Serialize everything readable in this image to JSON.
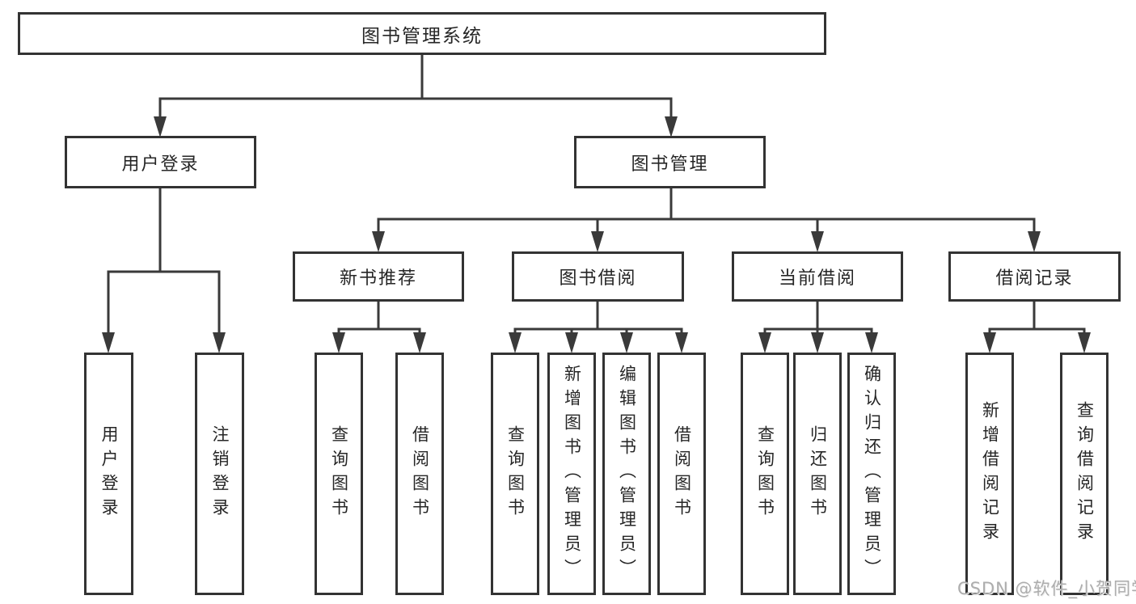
{
  "tree": {
    "root": {
      "label": "图书管理系统"
    },
    "children": [
      {
        "label": "用户登录",
        "children": [
          {
            "label": "用户登录"
          },
          {
            "label": "注销登录"
          }
        ]
      },
      {
        "label": "图书管理",
        "children": [
          {
            "label": "新书推荐",
            "children": [
              {
                "label": "查询图书"
              },
              {
                "label": "借阅图书"
              }
            ]
          },
          {
            "label": "图书借阅",
            "children": [
              {
                "label": "查询图书"
              },
              {
                "label": "新增图书（管理员）"
              },
              {
                "label": "编辑图书（管理员）"
              },
              {
                "label": "借阅图书"
              }
            ]
          },
          {
            "label": "当前借阅",
            "children": [
              {
                "label": "查询图书"
              },
              {
                "label": "归还图书"
              },
              {
                "label": "确认归还（管理员）"
              }
            ]
          },
          {
            "label": "借阅记录",
            "children": [
              {
                "label": "新增借阅记录"
              },
              {
                "label": "查询借阅记录"
              }
            ]
          }
        ]
      }
    ]
  },
  "watermark": "CSDN @软件_小贺同学",
  "colors": {
    "line": "#3a3a3a",
    "box_border": "#333333",
    "box_fill": "#ffffff",
    "text": "#262626",
    "watermark": "#adadad",
    "background": "#ffffff"
  }
}
